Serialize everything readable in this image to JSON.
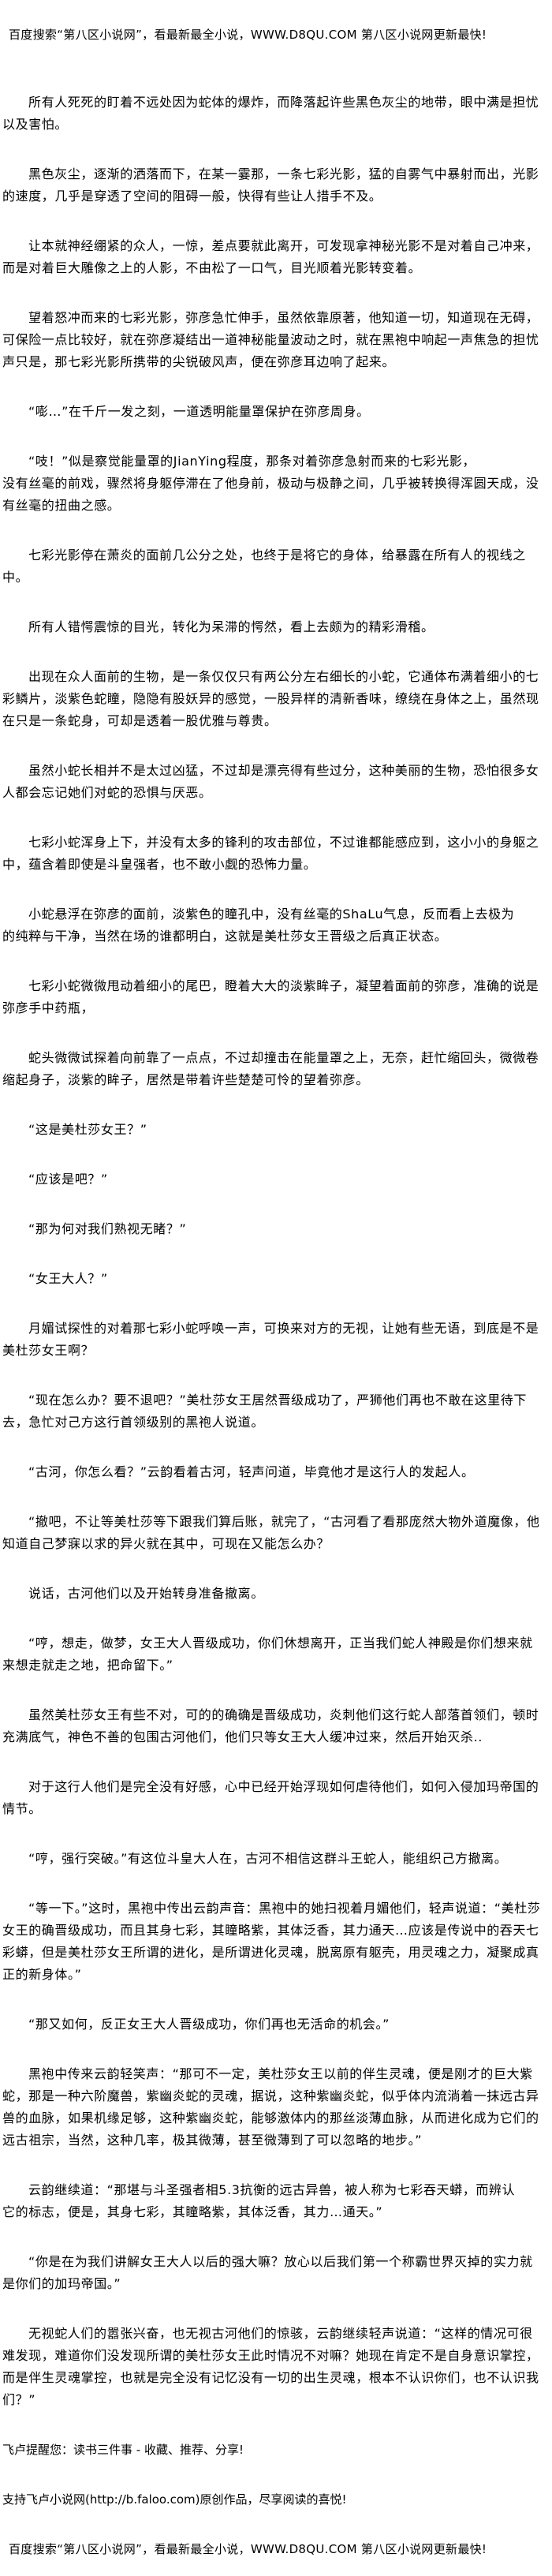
{
  "banner": "百度搜索“第八区小说网”，看最新最全小说，WWW.D8QU.COM   第八区小说网更新最快!",
  "paragraphs": [
    "所有人死死的盯着不远处因为蛇体的爆炸，而降落起许些黑色灰尘的地带，眼中满是担忧以及害怕。",
    "黑色灰尘，逐渐的洒落而下，在某一霎那，一条七彩光影，猛的自雾气中暴射而出，光影的速度，几乎是穿透了空间的阻碍一般，快得有些让人措手不及。",
    "让本就神经绷紧的众人，一惊，差点要就此离开，可发现拿神秘光影不是对着自己冲来，而是对着巨大雕像之上的人影，不由松了一口气，目光顺着光影转变着。",
    "望着怒冲而来的七彩光影，弥彦急忙伸手，虽然依靠原著，他知道一切，知道现在无碍，可保险一点比较好，就在弥彦凝结出一道神秘能量波动之时，就在黑袍中响起一声焦急的担忧声只是，那七彩光影所携带的尖锐破风声，便在弥彦耳边响了起来。",
    "“嘭…”在千斤一发之刻，一道透明能量罩保护在弥彦周身。",
    "“吱！”似是察觉能量罩的JianYing程度，那条对着弥彦急射而来的七彩光影，\n没有丝毫的前戏，骤然将身躯停滞在了他身前，极动与极静之间，几乎被转换得浑圆天成，没有丝毫的扭曲之感。",
    "七彩光影停在萧炎的面前几公分之处，也终于是将它的身体，给暴露在所有人的视线之中。",
    "所有人错愕震惊的目光，转化为呆滞的愕然，看上去颇为的精彩滑稽。",
    "出现在众人面前的生物，是一条仅仅只有两公分左右细长的小蛇，它通体布满着细小的七彩鳞片，淡紫色蛇瞳，隐隐有股妖异的感觉，一股异样的清新香味，缭绕在身体之上，虽然现在只是一条蛇身，可却是透着一股优雅与尊贵。",
    "虽然小蛇长相并不是太过凶猛，不过却是漂亮得有些过分，这种美丽的生物，恐怕很多女人都会忘记她们对蛇的恐惧与厌恶。",
    "七彩小蛇浑身上下，并没有太多的锋利的攻击部位，不过谁都能感应到，这小小的身躯之中，蕴含着即使是斗皇强者，也不敢小觑的恐怖力量。",
    "小蛇悬浮在弥彦的面前，淡紫色的瞳孔中，没有丝毫的ShaLu气息，反而看上去极为\n的纯粹与干净，当然在场的谁都明白，这就是美杜莎女王晋级之后真正状态。",
    "七彩小蛇微微甩动着细小的尾巴，瞪着大大的淡紫眸子，凝望着面前的弥彦，准确的说是弥彦手中药瓶，",
    "蛇头微微试探着向前靠了一点点，不过却撞击在能量罩之上，无奈，赶忙缩回头，微微卷缩起身子，淡紫的眸子，居然是带着许些楚楚可怜的望着弥彦。",
    "“这是美杜莎女王？”",
    "“应该是吧？”",
    "“那为何对我们熟视无睹？”",
    "“女王大人？”",
    "月媚试探性的对着那七彩小蛇呼唤一声，可换来对方的无视，让她有些无语，到底是不是美杜莎女王啊？",
    "“现在怎么办？要不退吧？”美杜莎女王居然晋级成功了，严狮他们再也不敢在这里待下去，急忙对己方这行首领级别的黑袍人说道。",
    "“古河，你怎么看？”云韵看着古河，轻声问道，毕竟他才是这行人的发起人。",
    "“撤吧，不让等美杜莎等下跟我们算后账，就完了，“古河看了看那庞然大物外道魔像，他知道自己梦寐以求的异火就在其中，可现在又能怎么办？",
    "说话，古河他们以及开始转身准备撤离。",
    "“哼，想走，做梦，女王大人晋级成功，你们休想离开，正当我们蛇人神殿是你们想来就来想走就走之地，把命留下。”",
    "虽然美杜莎女王有些不对，可的的确确是晋级成功，炎刺他们这行蛇人部落首领们，顿时充满底气，神色不善的包围古河他们，他们只等女王大人缓冲过来，然后开始灭杀..",
    "对于这行人他们是完全没有好感，心中已经开始浮现如何虐待他们，如何入侵加玛帝国的情节。",
    "“哼，强行突破。”有这位斗皇大人在，古河不相信这群斗王蛇人，能组织己方撤离。",
    "“等一下。”这时，黑袍中传出云韵声音：黑袍中的她扫视着月媚他们，轻声说道：“美杜莎女王的确晋级成功，而且其身七彩，其瞳略紫，其体泛香，其力通天…应该是传说中的吞天七彩蟒，但是美杜莎女王所谓的进化，是所谓进化灵魂，脱离原有躯壳，用灵魂之力，凝聚成真正的新身体。”",
    "“那又如何，反正女王大人晋级成功，你们再也无活命的机会。”",
    "黑袍中传来云韵轻笑声：“那可不一定，美杜莎女王以前的伴生灵魂，便是刚才的巨大紫蛇，那是一种六阶魔兽，紫幽炎蛇的灵魂，据说，这种紫幽炎蛇，似乎体内流淌着一抹远古异兽的血脉，如果机缘足够，这种紫幽炎蛇，能够激体内的那丝淡薄血脉，从而进化成为它们的远古祖宗，当然，这种几率，极其微薄，甚至微薄到了可以忽略的地步。”",
    "云韵继续道：“那堪与斗圣强者相5.3抗衡的远古异兽，被人称为七彩吞天蟒，而辨认\n它的标志，便是，其身七彩，其瞳略紫，其体泛香，其力…通天。”",
    "“你是在为我们讲解女王大人以后的强大嘛？放心以后我们第一个称霸世界灭掉的实力就是你们的加玛帝国。”",
    "无视蛇人们的嚣张兴奋，也无视古河他们的惊骇，云韵继续轻声说道：“这样的情况可很难发现，难道你们没发现所谓的美杜莎女王此时情况不对嘛？她现在肯定不是自身意识掌控，而是伴生灵魂掌控，也就是完全没有记忆没有一切的出生灵魂，根本不认识你们，也不认识我们？”"
  ],
  "footer": {
    "reminder": "飞卢提醒您：读书三件事 - 收藏、推荐、分享!",
    "support": "支持飞卢小说网(http://b.faloo.com)原创作品，尽享阅读的喜悦!",
    "banner": "百度搜索“第八区小说网”，看最新最全小说，WWW.D8QU.COM   第八区小说网更新最快!"
  }
}
